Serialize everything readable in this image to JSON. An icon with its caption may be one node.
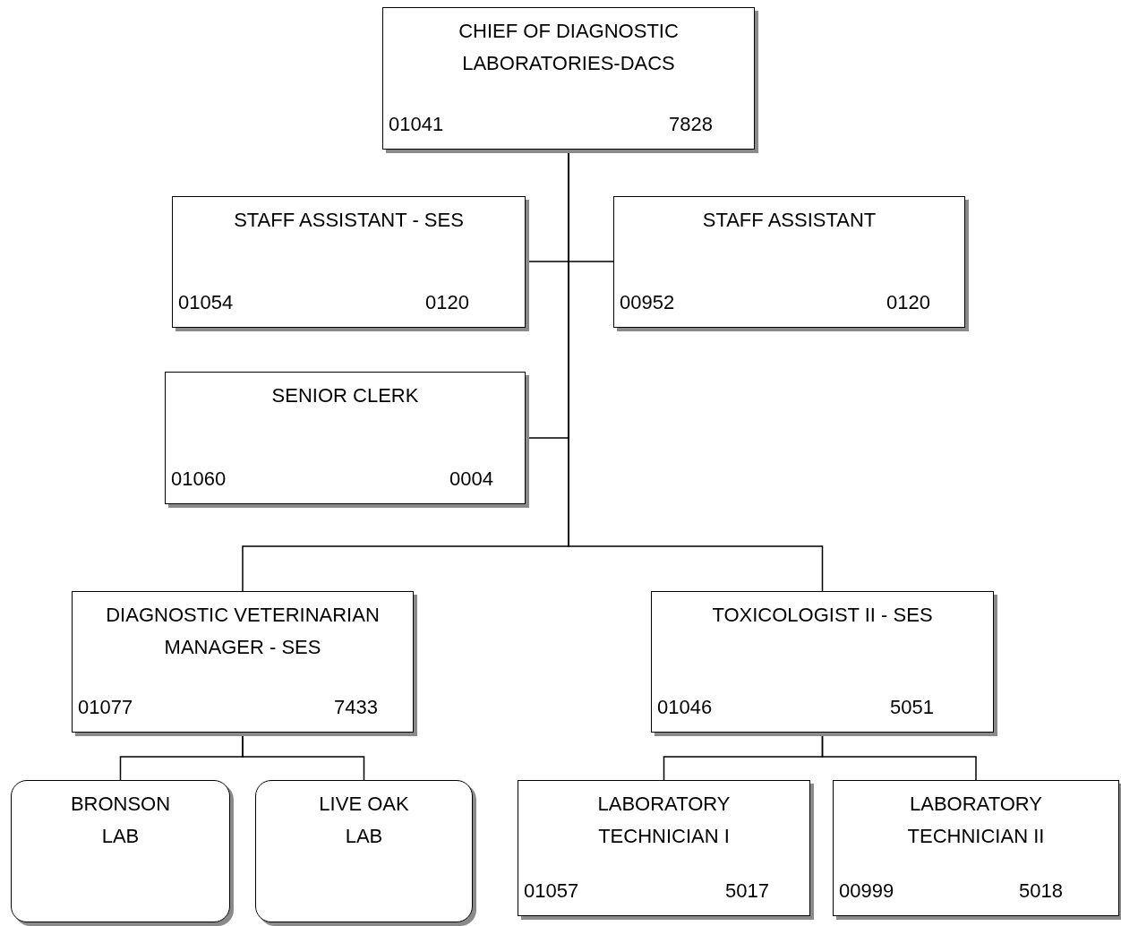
{
  "diagram": {
    "nodes": [
      {
        "text": [
          "CHIEF OF DIAGNOSTIC LABORATORIES-DACS",
          "01041",
          "7828"
        ]
      },
      {
        "text": [
          "STAFF ASSISTANT - SES",
          "01054",
          "0120"
        ]
      },
      {
        "text": [
          "STAFF ASSISTANT",
          "00952",
          "0120"
        ]
      },
      {
        "text": [
          "SENIOR CLERK",
          "01060",
          "0004"
        ]
      },
      {
        "text": [
          "DIAGNOSTIC VETERINARIAN MANAGER - SES",
          "01077",
          "7433"
        ]
      },
      {
        "text": [
          "TOXICOLOGIST II - SES",
          "01046",
          "5051"
        ]
      },
      {
        "text": [
          "BRONSON LAB"
        ]
      },
      {
        "text": [
          "LIVE OAK LAB"
        ]
      },
      {
        "text": [
          "LABORATORY TECHNICIAN I",
          "01057",
          "5017"
        ]
      },
      {
        "text": [
          "LABORATORY TECHNICIAN II",
          "00999",
          "5018"
        ]
      }
    ],
    "edges": [
      {
        "from": 0,
        "to": 1,
        "arrow": "none"
      },
      {
        "from": 0,
        "to": 2,
        "arrow": "none"
      },
      {
        "from": 0,
        "to": 3,
        "arrow": "none"
      },
      {
        "from": 0,
        "to": 4,
        "arrow": "none"
      },
      {
        "from": 0,
        "to": 5,
        "arrow": "none"
      },
      {
        "from": 4,
        "to": 6,
        "arrow": "none"
      },
      {
        "from": 4,
        "to": 7,
        "arrow": "none"
      },
      {
        "from": 5,
        "to": 8,
        "arrow": "none"
      },
      {
        "from": 5,
        "to": 9,
        "arrow": "none"
      }
    ]
  }
}
